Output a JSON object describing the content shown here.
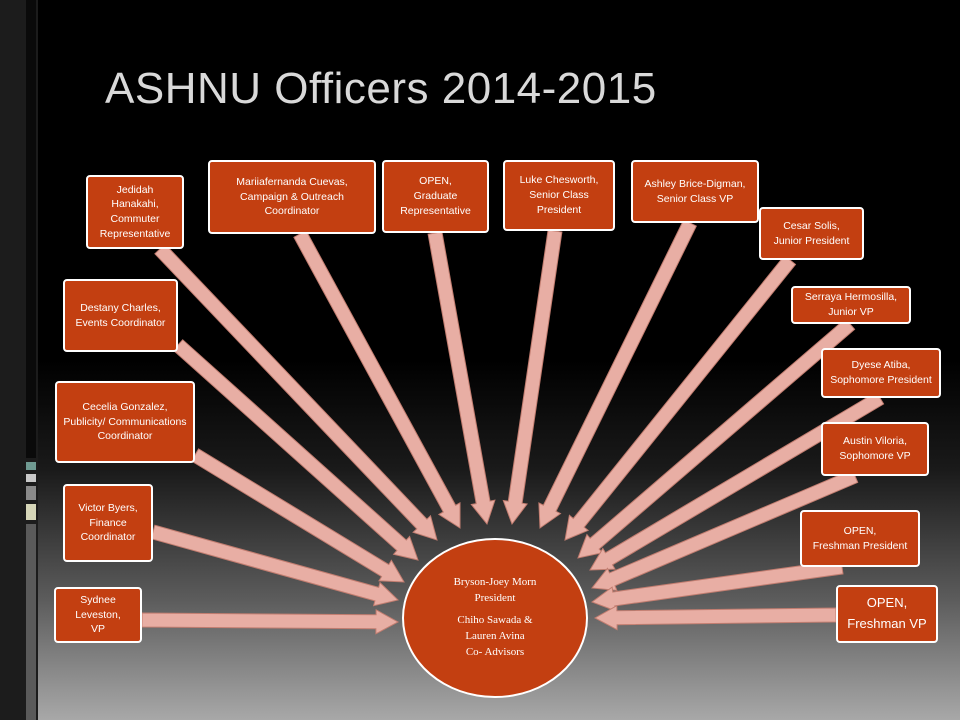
{
  "title": "ASHNU Officers 2014-2015",
  "center": {
    "line1": "Bryson-Joey Morn",
    "line2": "President",
    "line3": "Chiho Sawada &",
    "line4": "Lauren Avina",
    "line5": "Co- Advisors"
  },
  "officers": [
    {
      "lines": [
        "Sydnee Leveston,",
        "VP"
      ]
    },
    {
      "lines": [
        "Victor Byers, Finance Coordinator"
      ]
    },
    {
      "lines": [
        "Cecelia Gonzalez, Publicity/ Communications Coordinator"
      ]
    },
    {
      "lines": [
        "Destany Charles,",
        "Events Coordinator"
      ]
    },
    {
      "lines": [
        "Jedidah Hanakahi,",
        "Commuter Representative"
      ]
    },
    {
      "lines": [
        "Mariiafernanda Cuevas,",
        "Campaign & Outreach Coordinator"
      ]
    },
    {
      "lines": [
        "OPEN,",
        "Graduate Representative"
      ]
    },
    {
      "lines": [
        "Luke Chesworth, Senior Class President"
      ]
    },
    {
      "lines": [
        "Ashley Brice-Digman,",
        "Senior Class VP"
      ]
    },
    {
      "lines": [
        "Cesar Solis,",
        "Junior President"
      ]
    },
    {
      "lines": [
        "Serraya Hermosilla, Junior VP"
      ]
    },
    {
      "lines": [
        "Dyese Atiba, Sophomore President"
      ]
    },
    {
      "lines": [
        "Austin Viloria, Sophomore VP"
      ]
    },
    {
      "lines": [
        "OPEN,",
        "Freshman President"
      ]
    },
    {
      "lines": [
        "OPEN,",
        "Freshman VP"
      ]
    }
  ],
  "colors": {
    "box": "#c33f11",
    "arrow": "#e8aea4",
    "arrow_stroke": "#c27d70",
    "text": "#ffffff",
    "background": "#000000"
  }
}
